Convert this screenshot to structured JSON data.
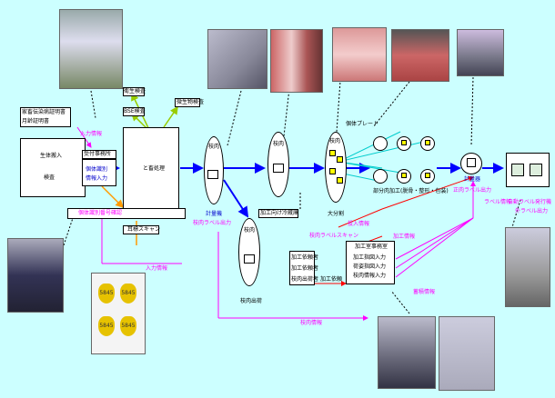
{
  "boxes": {
    "origin_cert": "家畜伝染病証明書",
    "origin_cert2": "月齢証明書",
    "live_receive": "生体搬入",
    "inspection": "検査",
    "reception_office": "受付事務所",
    "individual_id": "個体識別",
    "info_input": "情報入力",
    "slaughter": "と畜処理",
    "bse_test": "BSE検査",
    "health_test": "衛生検査",
    "sanitary": "微生物検査",
    "id_confirm": "個体識別番号確認",
    "ear_tag_scan": "耳標スキャン",
    "carcass_shipping": "枝肉出荷",
    "processing_storage": "加工向け冷蔵庫",
    "processing_office": "加工室事務室",
    "processing_input1": "加工指図入力",
    "processing_input2": "荷姿指図入力",
    "processing_input3": "枝肉情報入力",
    "processing_receive1": "加工依頼者",
    "processing_receive2": "加工依頼者",
    "processing_receive3": "枝肉出荷者",
    "processing_request": "加工依頼"
  },
  "labels": {
    "input_info_top": "入力情報",
    "input_info_bottom": "入力情報",
    "carcass_a": "枝肉",
    "carcass_b": "枝肉",
    "carcass_c": "枝肉",
    "carcass_d": "枝肉",
    "scale": "計量機",
    "carcass_label": "枝肉ラベル出力",
    "big_split": "大分割",
    "carcass_label_scan": "枝肉ラベルスキャン",
    "id_plate": "個体プレート",
    "partial_processing": "部分肉加工(脱骨・整形・包装)",
    "input_info_mid": "投入情報",
    "process_info": "加工情報",
    "meter": "計量器",
    "main_label_out": "正肉ラベル出力",
    "label_info": "ラベル情報",
    "auto_label_machine": "自動ラベル発行機",
    "outer_label_out": "外ラベル出力",
    "carcass_info": "枝肉情報",
    "accumulated_info": "蓄積情報"
  },
  "ear_tags": [
    "5845",
    "5845",
    "5845",
    "5845"
  ]
}
